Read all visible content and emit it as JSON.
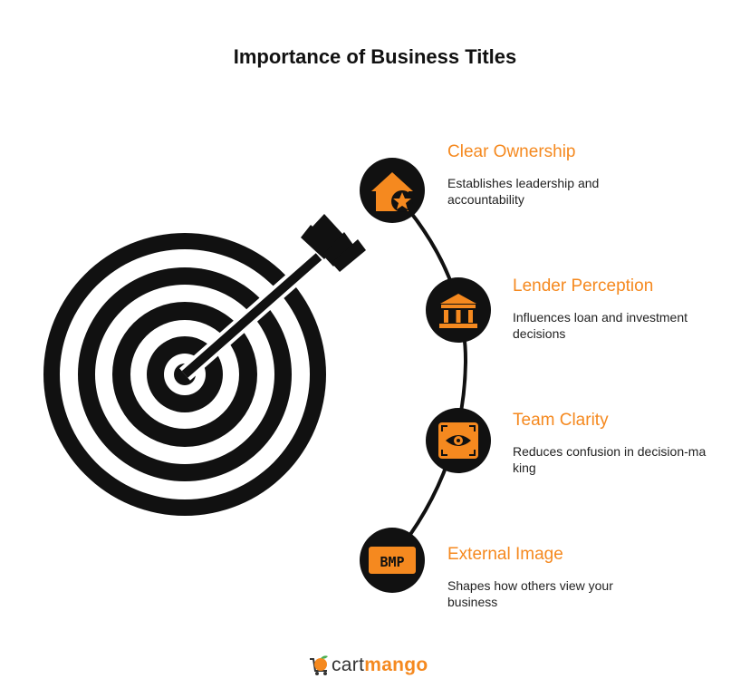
{
  "title": "Importance of Business Titles",
  "colors": {
    "accent": "#F5891F",
    "dark": "#111111",
    "text": "#222222"
  },
  "items": [
    {
      "title": "Clear Ownership",
      "description": "Establishes leadership and accountability",
      "icon": "house-star-icon"
    },
    {
      "title": "Lender Perception",
      "description": "Influences loan and investment decisions",
      "icon": "bank-icon"
    },
    {
      "title": "Team Clarity",
      "description": "Reduces confusion in decision-making",
      "icon": "eye-focus-icon"
    },
    {
      "title": "External Image",
      "description": "Shapes how others view your business",
      "icon": "bmp-image-icon",
      "icon_text": "BMP"
    }
  ],
  "logo": {
    "part1": "cart",
    "part2": "mango",
    "icon": "mango-cart-icon"
  }
}
